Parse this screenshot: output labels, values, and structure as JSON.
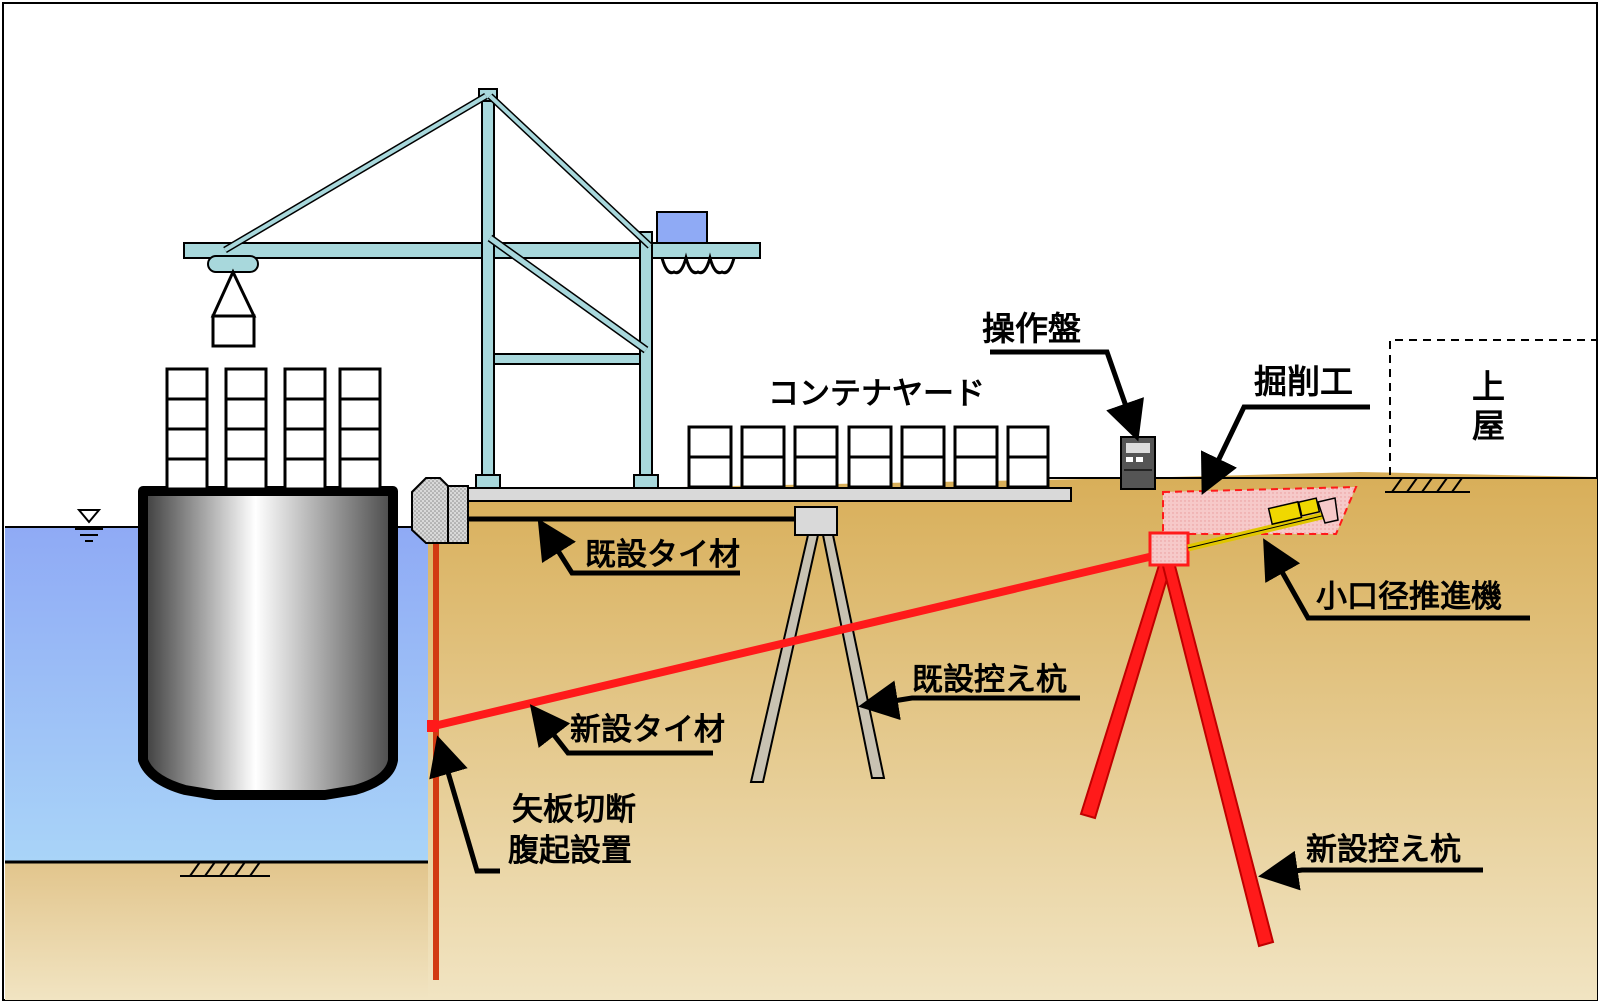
{
  "labels": {
    "control_panel": "操作盤",
    "container_yard": "コンテナヤード",
    "excavation": "掘削工",
    "building_top": "上",
    "building_bottom": "屋",
    "existing_tie": "既設タイ材",
    "small_bore_machine": "小口径推進機",
    "existing_anchor_pile": "既設控え杭",
    "new_tie": "新設タイ材",
    "sheet_cut_line1": "矢板切断",
    "sheet_cut_line2": "腹起設置",
    "new_anchor_pile": "新設控え杭"
  },
  "colors": {
    "sea_top": "#8faaf5",
    "sea_bottom": "#a9d4f8",
    "soil_top": "#d8ae58",
    "soil_bottom": "#f1e4c2",
    "crane": "#a8d8dc",
    "new_member": "#ff1a1a",
    "sheet_pile": "#d23a12",
    "excavation_fill": "#f6c9c9"
  }
}
